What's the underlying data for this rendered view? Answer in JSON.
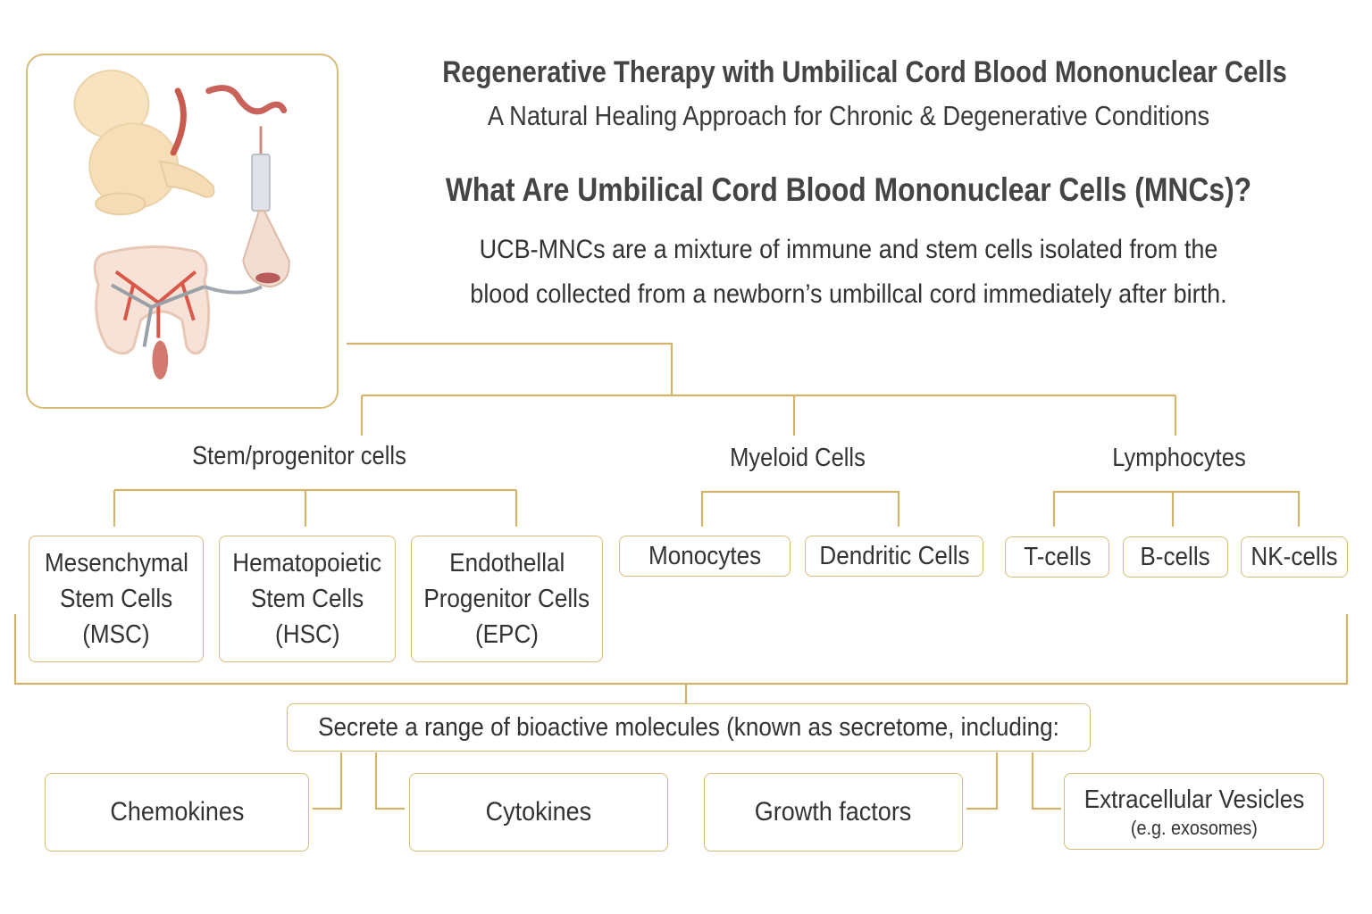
{
  "header": {
    "title": "Regenerative Therapy with Umbilical Cord Blood Mononuclear Cells",
    "subtitle": "A Natural Healing Approach for Chronic & Degenerative Conditions"
  },
  "intro": {
    "question": "What Are Umbilical Cord Blood Mononuclear Cells (MNCs)?",
    "line1": "UCB-MNCs are a mixture of immune and stem cells isolated from the",
    "line2": "blood collected from a newborn’s umbillcal cord immediately after birth."
  },
  "groups": {
    "stem": {
      "label": "Stem/progenitor cells",
      "cells": [
        {
          "line1": "Mesenchymal",
          "line2": "Stem Cells",
          "line3": "(MSC)"
        },
        {
          "line1": "Hematopoietic",
          "line2": "Stem Cells",
          "line3": "(HSC)"
        },
        {
          "line1": "Endothellal",
          "line2": "Progenitor Cells",
          "line3": "(EPC)"
        }
      ]
    },
    "myeloid": {
      "label": "Myeloid Cells",
      "cells": [
        "Monocytes",
        "Dendritic Cells"
      ]
    },
    "lymph": {
      "label": "Lymphocytes",
      "cells": [
        "T-cells",
        "B-cells",
        "NK-cells"
      ]
    }
  },
  "secretome": {
    "label": "Secrete a range of bioactive molecules (known as secretome, including:",
    "items": [
      "Chemokines",
      "Cytokines",
      "Growth factors"
    ],
    "vesicles": {
      "line1": "Extracellular Vesicles",
      "line2": "(e.g. exosomes)"
    }
  },
  "colors": {
    "accent_gold": "#d2b46c",
    "text": "#333333"
  }
}
